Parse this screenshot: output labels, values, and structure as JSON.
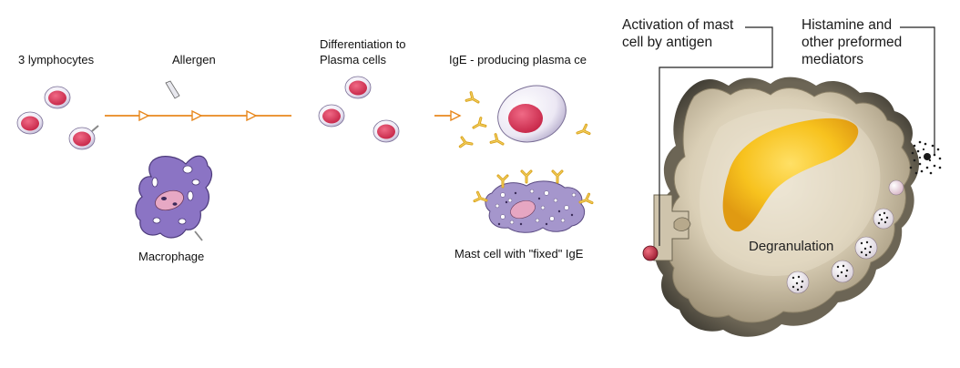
{
  "labels": {
    "b_lymphocytes": "3 lymphocytes",
    "allergen": "Allergen",
    "differentiation_line1": "Differentiation to",
    "differentiation_line2": "Plasma cells",
    "ige_plasma": "IgE - producing plasma ce",
    "macrophage": "Macrophage",
    "mast_cell_fixed": "Mast cell with \"fixed\" IgE",
    "activation_line1": "Activation of mast",
    "activation_line2": "cell by antigen",
    "histamine_line1": "Histamine and",
    "histamine_line2": "other preformed",
    "histamine_line3": "mediators",
    "degranulation": "Degranulation"
  },
  "colors": {
    "arrow": "#e8881e",
    "nucleus": "#d9385a",
    "cell_body": "#f1eef7",
    "macrophage": "#8b74c4",
    "antibody": "#e0b020",
    "mast_cell": "#c8b89a",
    "mast_nucleus": "#f6c22a"
  }
}
